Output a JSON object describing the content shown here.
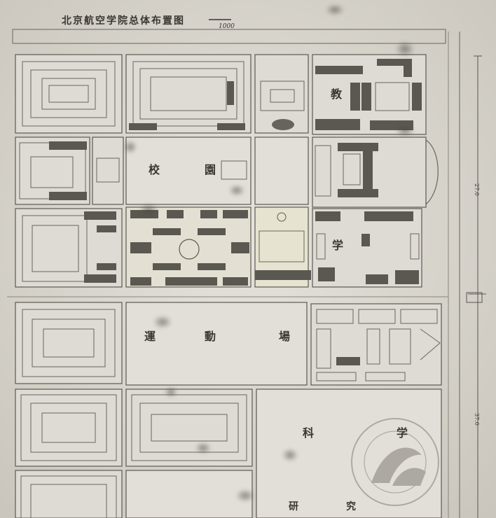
{
  "map": {
    "title": "北京航空学院总体布置图",
    "scale_label": "1000",
    "dim_right_upper": "27.0",
    "dim_right_lower": "37.0",
    "zone_labels": {
      "zone_admin": "教",
      "zone_school_left": "校",
      "zone_school_right": "園",
      "zone_academic": "学",
      "zone_sports_left": "運",
      "zone_sports_mid": "動",
      "zone_sports_right": "場",
      "zone_science_left": "科",
      "zone_science_right": "学",
      "zone_research_left": "研",
      "zone_research_right": "究"
    }
  }
}
